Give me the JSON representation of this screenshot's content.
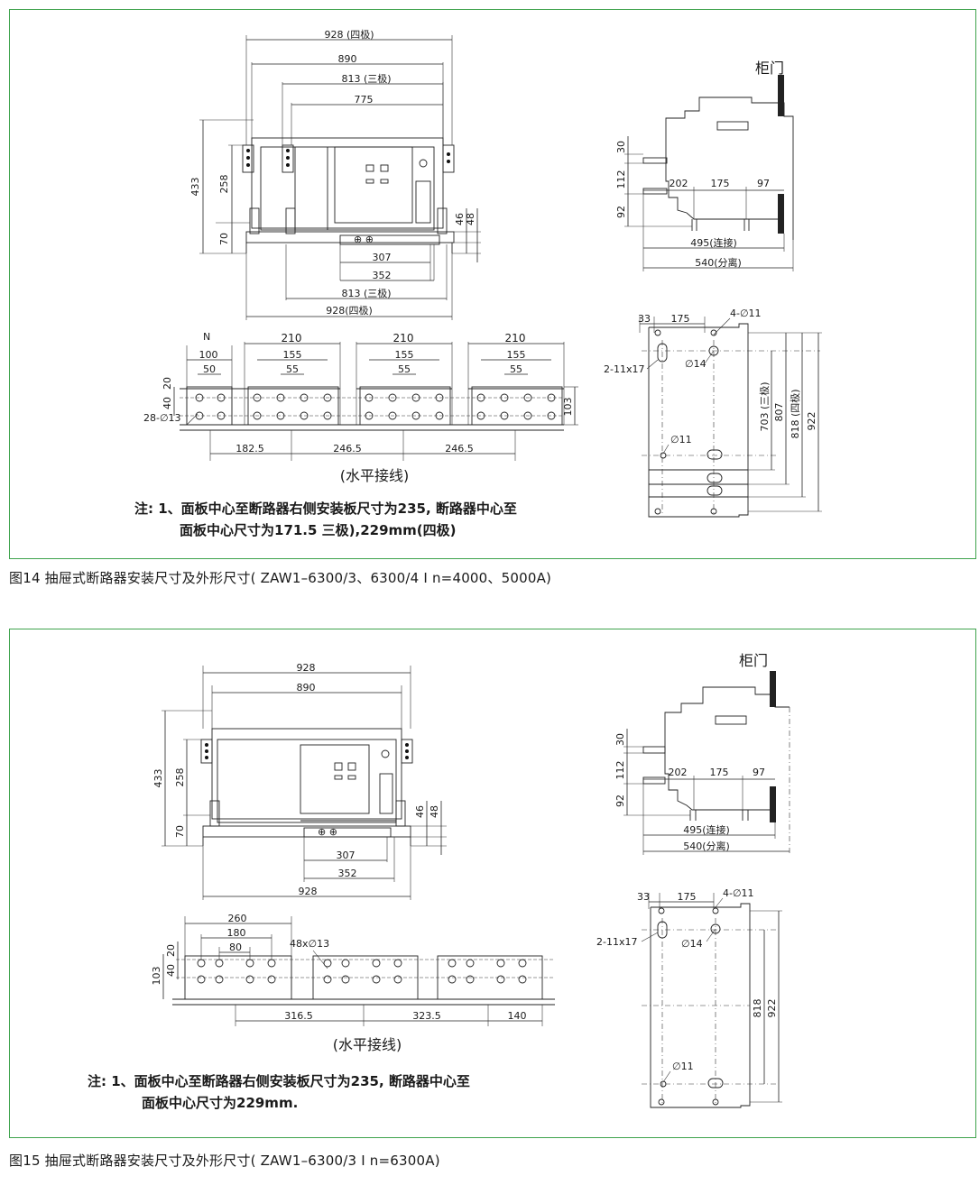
{
  "figure14": {
    "caption": "图14 抽屉式断路器安装尺寸及外形尺寸( ZAW1–6300/3、6300/4 I n=4000、5000A)",
    "front_view": {
      "width_top": [
        "928 (四极)",
        "890",
        "813 (三极)",
        "775"
      ],
      "height": [
        "433",
        "258",
        "70"
      ],
      "small_right": [
        "46",
        "48"
      ],
      "width_bottom": [
        "307",
        "352",
        "813 (三极)",
        "928(四极)"
      ]
    },
    "side_view": {
      "door_label": "柜门",
      "vertical": [
        "30",
        "112",
        "92"
      ],
      "horizontal": [
        "202",
        "175",
        "97"
      ],
      "depth": [
        "495(连接)",
        "540(分离)"
      ]
    },
    "busbar_view": {
      "pole_label": "N",
      "top_dims": [
        "210",
        "210",
        "210"
      ],
      "mid_dims": [
        "100",
        "155",
        "155",
        "155"
      ],
      "small_dims": [
        "50",
        "55",
        "55",
        "55"
      ],
      "vertical": [
        "40",
        "20",
        "103"
      ],
      "hole_label": "28-∅13",
      "bottom_dims": [
        "182.5",
        "246.5",
        "246.5"
      ],
      "subtitle": "(水平接线)"
    },
    "mount_view": {
      "top": [
        "33",
        "175"
      ],
      "holes": [
        "4-∅11",
        "∅14",
        "2-11x17",
        "∅11"
      ],
      "vertical": [
        "703 (三极)",
        "807",
        "818 (四极)",
        "922"
      ]
    },
    "note_line1": "注: 1、面板中心至断路器右侧安装板尺寸为235, 断路器中心至",
    "note_line2": "面板中心尺寸为171.5 三极),229mm(四极)"
  },
  "figure15": {
    "caption": "图15 抽屉式断路器安装尺寸及外形尺寸( ZAW1–6300/3 I n=6300A)",
    "front_view": {
      "width_top": [
        "928",
        "890"
      ],
      "height": [
        "433",
        "258",
        "70"
      ],
      "small_right": [
        "46",
        "48"
      ],
      "width_bottom": [
        "307",
        "352",
        "928"
      ]
    },
    "side_view": {
      "door_label": "柜门",
      "vertical": [
        "30",
        "112",
        "92"
      ],
      "horizontal": [
        "202",
        "175",
        "97"
      ],
      "depth": [
        "495(连接)",
        "540(分离)"
      ]
    },
    "busbar_view": {
      "top_dims": [
        "260",
        "180",
        "80"
      ],
      "vertical": [
        "20",
        "40",
        "103"
      ],
      "hole_label": "48x∅13",
      "bottom_dims": [
        "316.5",
        "323.5",
        "140"
      ],
      "subtitle": "(水平接线)"
    },
    "mount_view": {
      "top": [
        "33",
        "175"
      ],
      "holes": [
        "4-∅11",
        "2-11x17",
        "∅14",
        "∅11"
      ],
      "vertical": [
        "818",
        "922"
      ]
    },
    "note_line1": "注: 1、面板中心至断路器右侧安装板尺寸为235, 断路器中心至",
    "note_line2": "面板中心尺寸为229mm."
  },
  "colors": {
    "frame": "#3fa34d",
    "ink": "#1a1a1a",
    "terminal_dark": "#222222"
  }
}
